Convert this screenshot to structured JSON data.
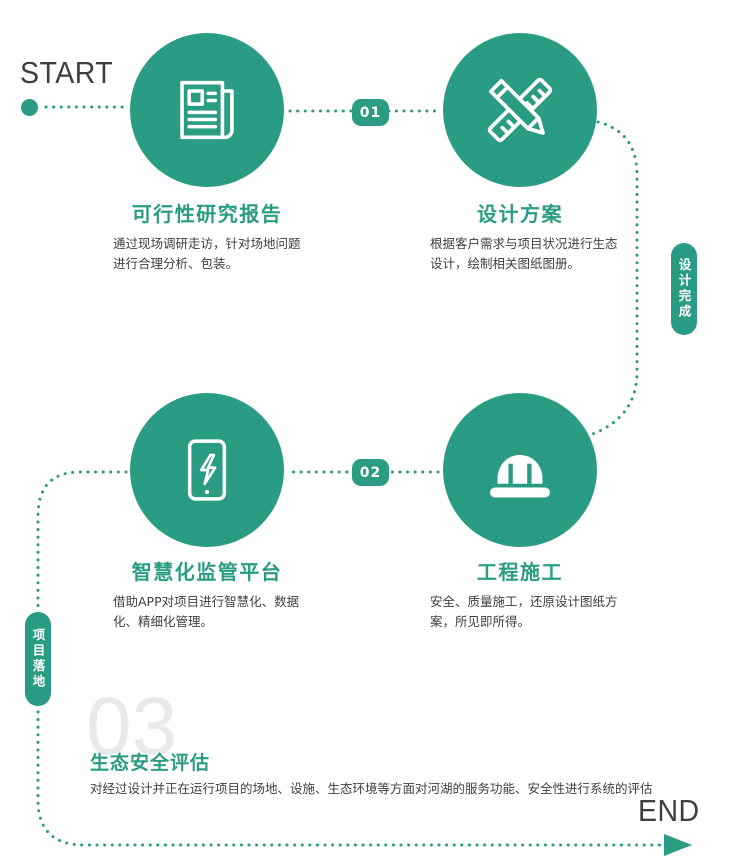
{
  "colors": {
    "accent": "#2a9c83",
    "text_dark": "#3f3f3f",
    "number_gray": "#e9e9e9"
  },
  "flow": {
    "start_label": "START",
    "end_label": "END"
  },
  "connectors": {
    "badge_1": "01",
    "badge_2": "02",
    "right_pill": "设计完成",
    "left_pill": "项目落地"
  },
  "steps": [
    {
      "icon": "newspaper-report-icon",
      "title": "可行性研究报告",
      "desc": "通过现场调研走访，针对场地问题进行合理分析、包装。"
    },
    {
      "icon": "ruler-pencil-icon",
      "title": "设计方案",
      "desc": "根据客户需求与项目状况进行生态设计，绘制相关图纸图册。"
    },
    {
      "icon": "smartphone-icon",
      "title": "智慧化监管平台",
      "desc": "借助APP对项目进行智慧化、数据化、精细化管理。"
    },
    {
      "icon": "hard-hat-icon",
      "title": "工程施工",
      "desc": "安全、质量施工，还原设计图纸方案，所见即所得。"
    },
    {
      "number": "03",
      "title": "生态安全评估",
      "desc": "对经过设计并正在运行项目的场地、设施、生态环境等方面对河湖的服务功能、安全性进行系统的评估"
    }
  ]
}
